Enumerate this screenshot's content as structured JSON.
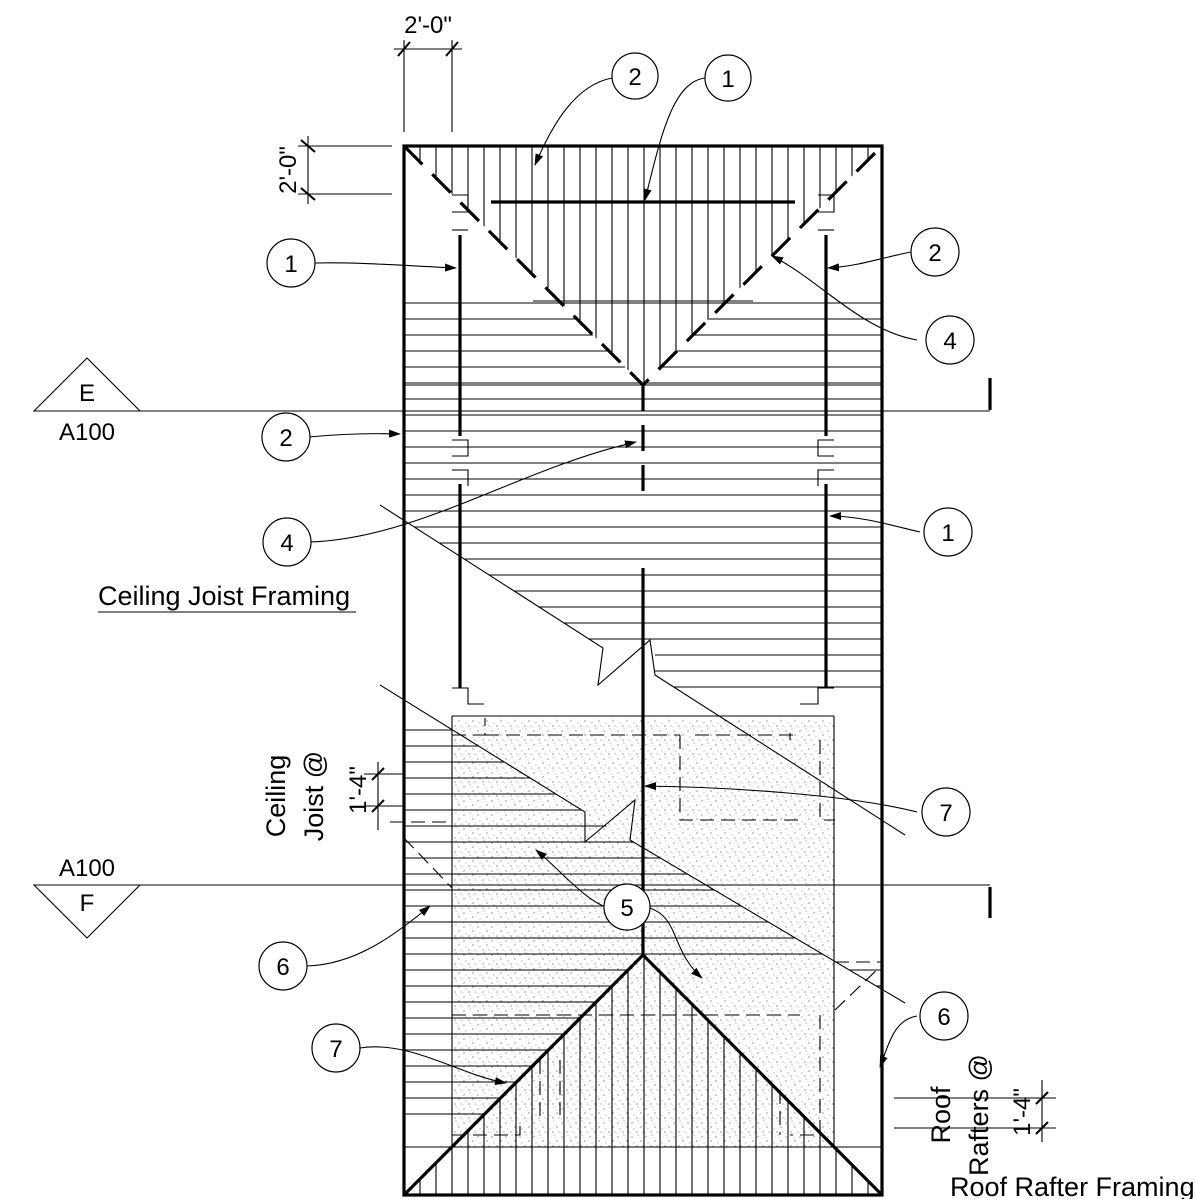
{
  "dimensions": {
    "top_horizontal": "2'-0\"",
    "top_vertical": "2'-0\"",
    "joist_spacing": "1'-4\"",
    "rafter_spacing": "1'-4\""
  },
  "titles": {
    "ceiling_joist_framing": "Ceiling Joist Framing",
    "roof_rafter_framing": "Roof Rafter Framing"
  },
  "labels": {
    "ceiling_joist_line1": "Ceiling",
    "ceiling_joist_line2": "Joist @",
    "roof_rafters_line1": "Roof",
    "roof_rafters_line2": "Rafters @"
  },
  "section_markers": {
    "upper": {
      "letter": "E",
      "sheet": "A100"
    },
    "lower": {
      "letter": "F",
      "sheet": "A100"
    }
  },
  "callouts": [
    {
      "id": "c-top-2",
      "number": "2"
    },
    {
      "id": "c-top-1",
      "number": "1"
    },
    {
      "id": "c-left-1",
      "number": "1"
    },
    {
      "id": "c-right-2",
      "number": "2"
    },
    {
      "id": "c-right-4",
      "number": "4"
    },
    {
      "id": "c-left-2",
      "number": "2"
    },
    {
      "id": "c-left-4",
      "number": "4"
    },
    {
      "id": "c-right-1",
      "number": "1"
    },
    {
      "id": "c-right-7",
      "number": "7"
    },
    {
      "id": "c-center-5",
      "number": "5"
    },
    {
      "id": "c-left-6",
      "number": "6"
    },
    {
      "id": "c-right-6",
      "number": "6"
    },
    {
      "id": "c-left-7",
      "number": "7"
    }
  ]
}
